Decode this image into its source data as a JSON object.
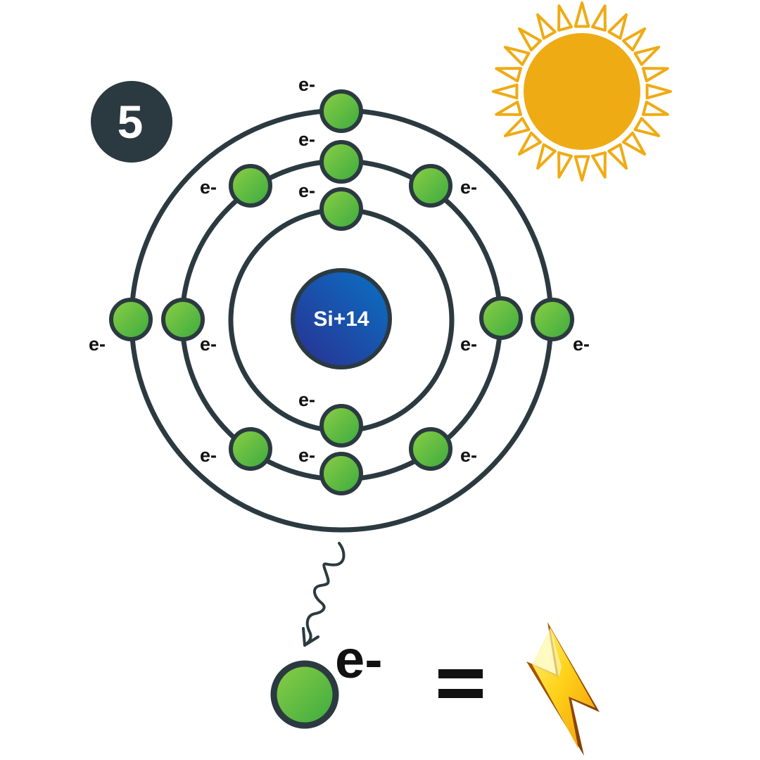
{
  "step_number": "5",
  "nucleus_label": "Si+14",
  "electron_label": "e-",
  "free_electron_label": "e-",
  "equals_sign": "=",
  "icons": {
    "sun": "sun-icon",
    "lightning": "lightning-bolt-icon",
    "photon": "photon-wave-arrow-icon"
  },
  "colors": {
    "outline": "#2b3a40",
    "electron_light": "#8ccf45",
    "electron_dark": "#3aaa3f",
    "nucleus_from": "#2a2f8f",
    "nucleus_to": "#0a6fc2",
    "sun": "#efab14",
    "badge": "#2b3a40",
    "bolt": "#ffd21a"
  }
}
